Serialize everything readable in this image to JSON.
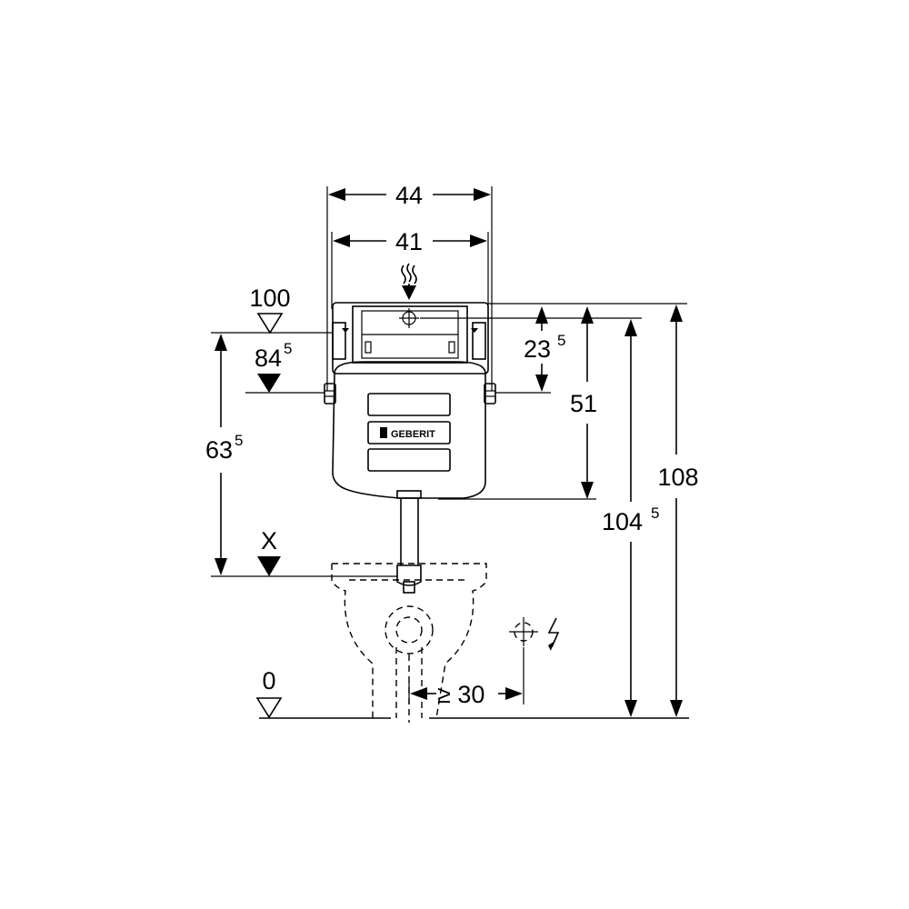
{
  "dimensions": {
    "width_outer": "44",
    "width_inner": "41",
    "top_to_actuator": "23",
    "top_to_actuator_sup": "5",
    "top_to_outlet": "51",
    "floor_to_top_plate": "104",
    "floor_to_top_plate_sup": "5",
    "overall_height": "108",
    "bracket_to_outlet": "63",
    "bracket_to_outlet_sup": "5",
    "outlet_offset": "≥ 30"
  },
  "levels": {
    "top": "100",
    "fixing": "84",
    "fixing_sup": "5",
    "outlet": "X",
    "floor": "0"
  },
  "brand": "GEBERIT",
  "icons": [
    "water-supply-icon",
    "electrical-connection-icon"
  ]
}
